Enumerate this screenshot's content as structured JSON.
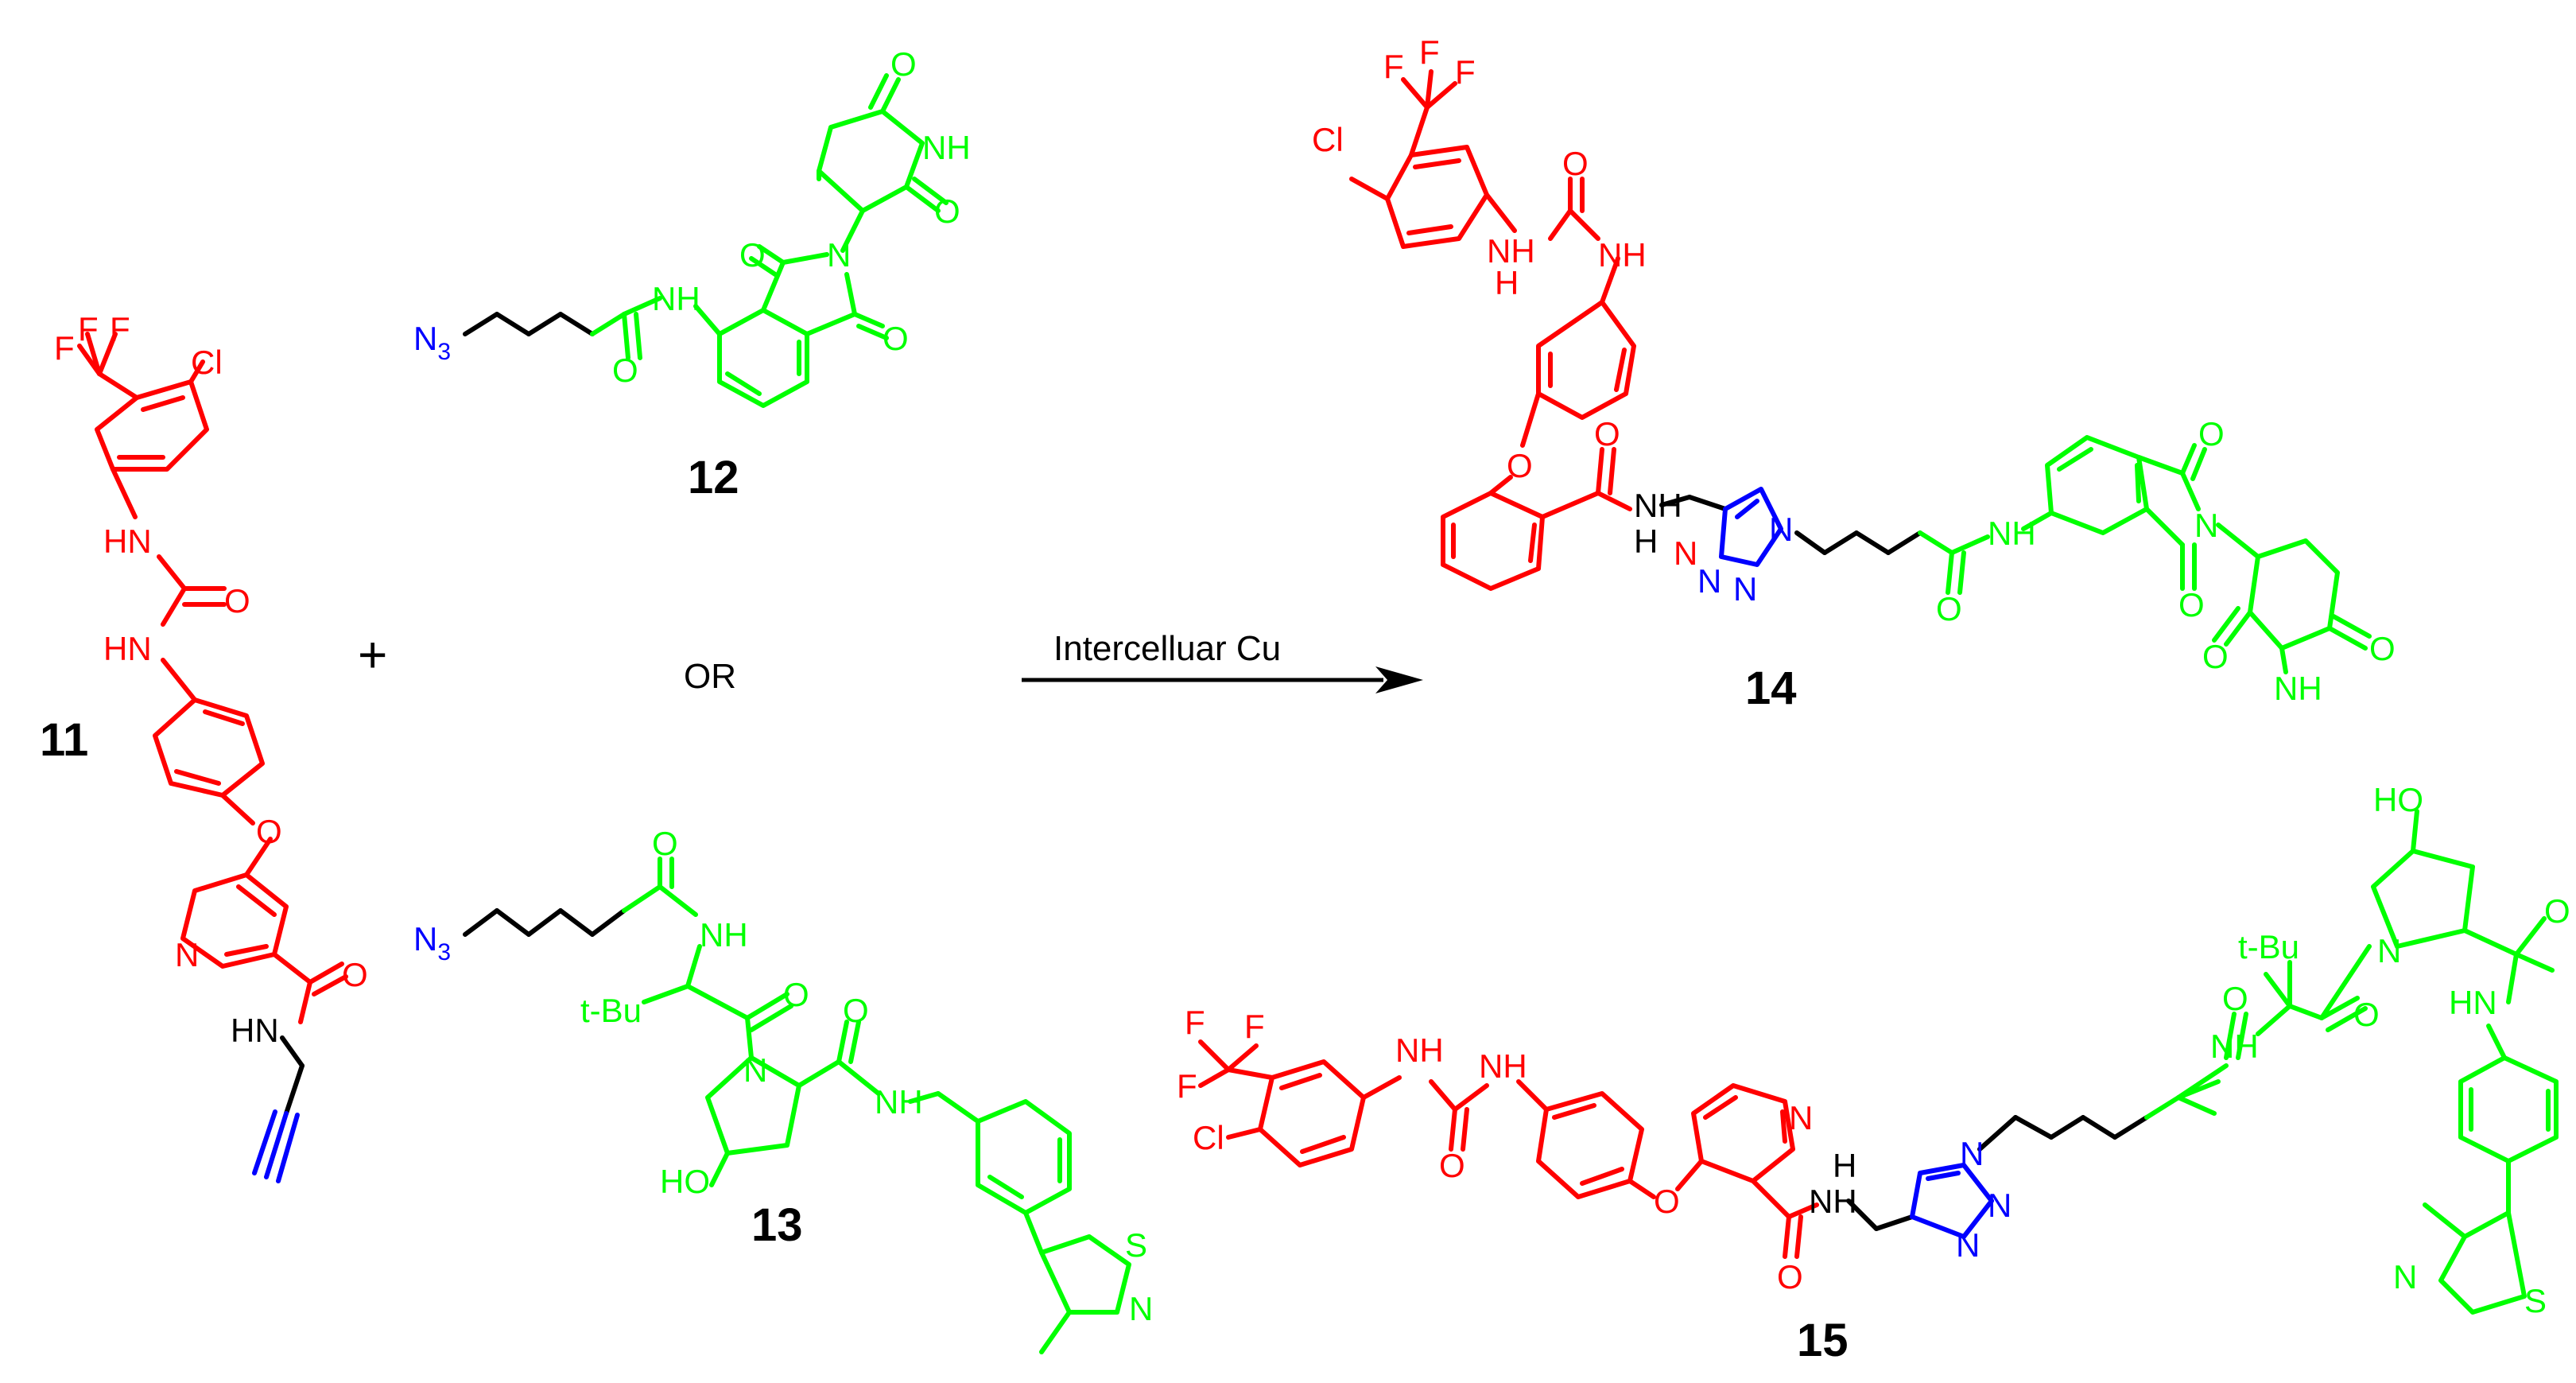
{
  "colors": {
    "warhead": "#ff0000",
    "ligase_ligand": "#00ff00",
    "click_group": "#0000ff",
    "linker": "#000000"
  },
  "compounds": {
    "c11": "11",
    "c12": "12",
    "c13": "13",
    "c14": "14",
    "c15": "15"
  },
  "symbols": {
    "plus": "+",
    "or": "OR",
    "arrow_label": "Intercelluar Cu"
  },
  "atoms": {
    "F": "F",
    "Cl": "Cl",
    "HN": "HN",
    "NH": "NH",
    "H": "H",
    "N": "N",
    "O": "O",
    "N3": "N",
    "N3_sub": "3",
    "tBu": "t-Bu",
    "HO": "HO",
    "S": "S"
  }
}
